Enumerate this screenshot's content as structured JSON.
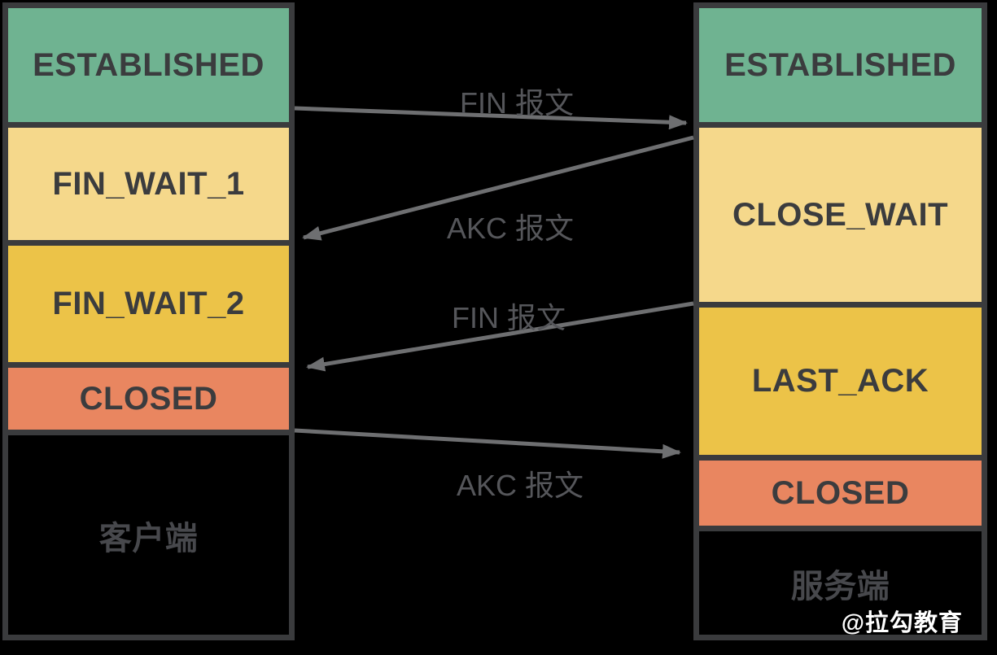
{
  "diagram": {
    "subject": "TCP connection close (four-way handshake) state diagram",
    "client": {
      "name": "客户端",
      "states": [
        {
          "label": "ESTABLISHED",
          "color": "#6FB391"
        },
        {
          "label": "FIN_WAIT_1",
          "color": "#F5D88B"
        },
        {
          "label": "FIN_WAIT_2",
          "color": "#ECC348"
        },
        {
          "label": "CLOSED",
          "color": "#E98660"
        }
      ]
    },
    "server": {
      "name": "服务端",
      "states": [
        {
          "label": "ESTABLISHED",
          "color": "#6FB391"
        },
        {
          "label": "CLOSE_WAIT",
          "color": "#F5D88B"
        },
        {
          "label": "LAST_ACK",
          "color": "#ECC348"
        },
        {
          "label": "CLOSED",
          "color": "#E98660"
        }
      ]
    },
    "messages": [
      {
        "label": "FIN 报文",
        "direction": "client-to-server"
      },
      {
        "label": "AKC 报文",
        "direction": "server-to-client"
      },
      {
        "label": "FIN 报文",
        "direction": "server-to-client"
      },
      {
        "label": "AKC 报文",
        "direction": "client-to-server"
      }
    ],
    "watermark": "@拉勾教育",
    "colors": {
      "background": "#000000",
      "border": "#3A3B3D",
      "state_text": "#3B3C3E",
      "endpoint_text": "#47484C",
      "arrow": "#6E6F71",
      "message_text": "#55565A",
      "watermark_text": "#FFFFFF"
    }
  }
}
